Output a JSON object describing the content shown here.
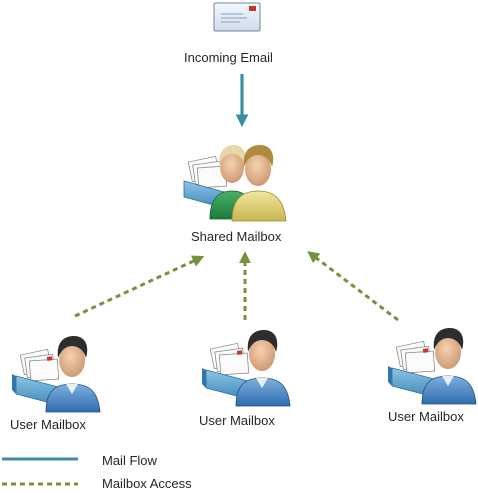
{
  "nodes": {
    "incoming": {
      "label": "Incoming Email",
      "icon": "envelope-icon"
    },
    "shared": {
      "label": "Shared Mailbox",
      "icon": "shared-mailbox-users-icon"
    },
    "user_left": {
      "label": "User Mailbox",
      "icon": "user-mailbox-icon"
    },
    "user_center": {
      "label": "User Mailbox",
      "icon": "user-mailbox-icon"
    },
    "user_right": {
      "label": "User Mailbox",
      "icon": "user-mailbox-icon"
    }
  },
  "legend": {
    "mail_flow": "Mail Flow",
    "mailbox_access": "Mailbox Access"
  },
  "colors": {
    "mail_flow": "#3a8fa0",
    "mailbox_access": "#76923c",
    "text": "#262626"
  }
}
